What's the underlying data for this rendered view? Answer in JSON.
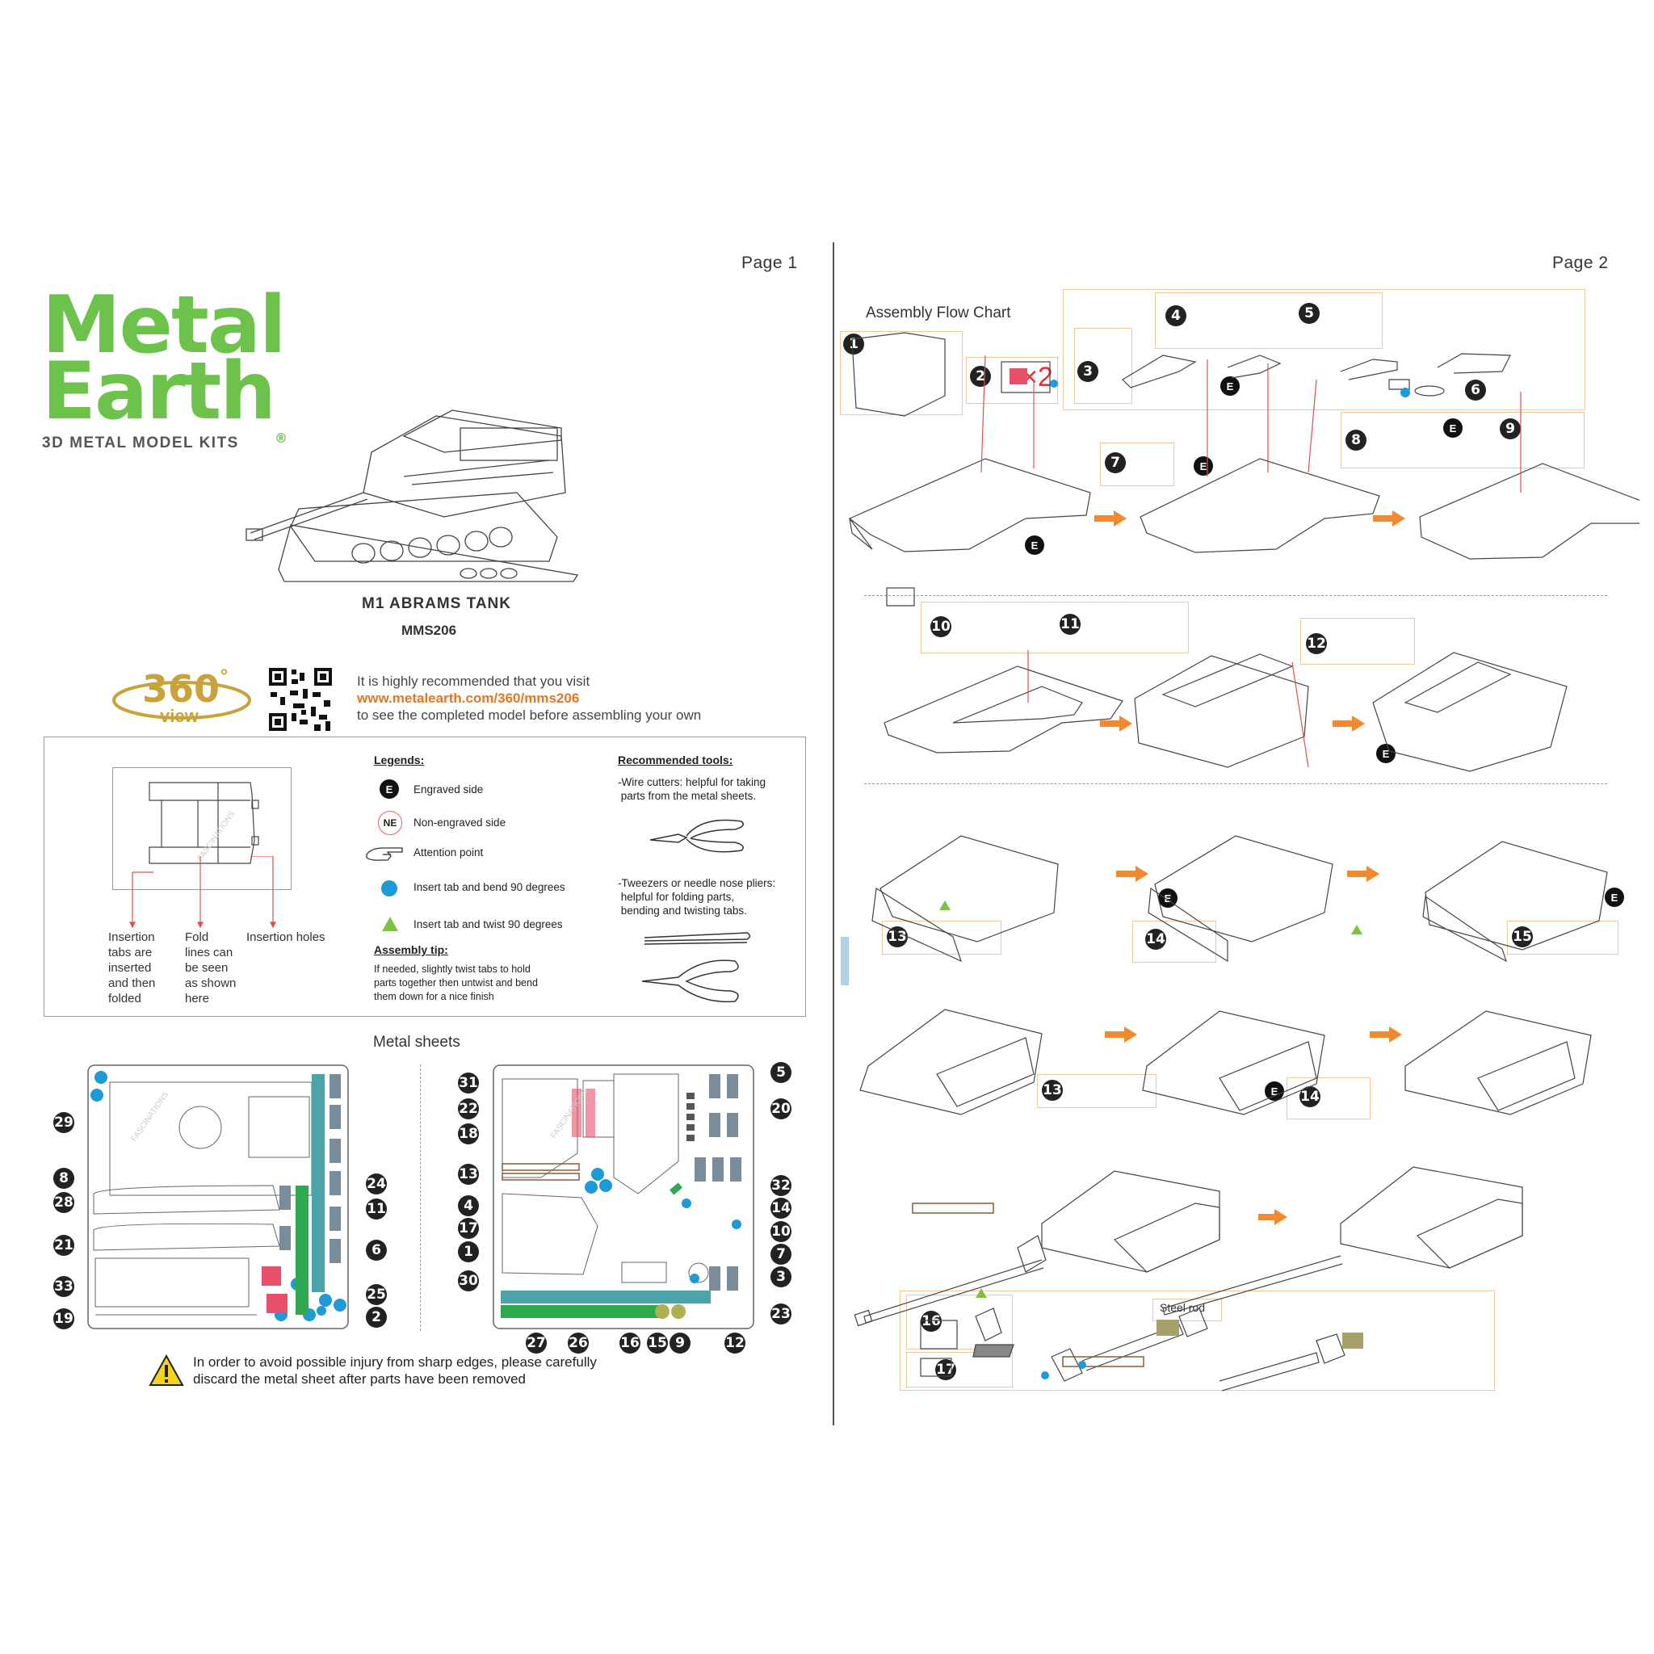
{
  "page1": {
    "page_label": "Page 1",
    "logo": {
      "line1": "Metal",
      "line2": "Earth",
      "registered": "®",
      "subtitle": "3D METAL MODEL KITS"
    },
    "product_title": "M1 ABRAMS TANK",
    "model_number": "MMS206",
    "view360": {
      "badge_number": "360",
      "degree": "°",
      "badge_word": "view",
      "line1": "It is highly recommended that you visit",
      "url": "www.metalearth.com/360/mms206",
      "line3": "to see the completed model before assembling your own"
    },
    "diagram_labels": {
      "insertion_tabs": "Insertion\ntabs are\ninserted\nand then\nfolded",
      "fold_lines": "Fold\nlines can\nbe seen\nas shown\nhere",
      "insertion_holes": "Insertion holes"
    },
    "legends": {
      "heading": "Legends:",
      "items": [
        {
          "badge": "E",
          "text": "Engraved side"
        },
        {
          "badge": "NE",
          "text": "Non-engraved side"
        },
        {
          "icon": "pointing-hand-icon",
          "text": "Attention point"
        },
        {
          "icon": "blue-dot-icon",
          "text": "Insert tab and bend 90 degrees"
        },
        {
          "icon": "green-triangle-icon",
          "text": "Insert tab and twist 90 degrees"
        }
      ],
      "tip_heading": "Assembly tip:",
      "tip_text": "If needed, slightly twist tabs to hold\nparts together then untwist and bend\nthem down for a nice finish"
    },
    "tools": {
      "heading": "Recommended tools:",
      "wire_cutters": "-Wire cutters: helpful for taking\n parts from the metal sheets.",
      "tweezers": "-Tweezers or needle nose pliers:\n helpful for folding parts,\n bending and twisting tabs."
    },
    "metal_sheets_heading": "Metal sheets",
    "sheet1_numbers_left": [
      "29",
      "8",
      "28",
      "21",
      "33",
      "19"
    ],
    "sheet1_numbers_right": [
      "24",
      "11",
      "6",
      "25",
      "2"
    ],
    "sheet2_numbers_left": [
      "31",
      "22",
      "18",
      "13",
      "4",
      "17",
      "1",
      "30"
    ],
    "sheet2_numbers_right": [
      "5",
      "20",
      "32",
      "14",
      "10",
      "7",
      "3",
      "23"
    ],
    "sheet2_numbers_bottom": [
      "27",
      "26",
      "16",
      "15",
      "9",
      "12"
    ],
    "warning": "In order to avoid possible injury from sharp edges, please carefully\ndiscard the metal sheet after parts have been removed",
    "watermark": "FASCINATIONS"
  },
  "page2": {
    "page_label": "Page 2",
    "flow_title": "Assembly Flow Chart",
    "multiplier": "×2",
    "steel_rod_label": "Steel rod",
    "step_numbers": [
      "1",
      "2",
      "3",
      "4",
      "5",
      "6",
      "7",
      "8",
      "9",
      "10",
      "11",
      "12",
      "13",
      "14",
      "15",
      "13",
      "14",
      "16",
      "17"
    ],
    "engraved_badge": "E"
  },
  "colors": {
    "logo_green": "#6cc24a",
    "url_orange": "#e8761e",
    "arrow_orange": "#f08a30",
    "teal": "#4aa5a8",
    "pink": "#e8506a",
    "green_part": "#2fa84f",
    "blue_dot": "#1e9ad6"
  }
}
